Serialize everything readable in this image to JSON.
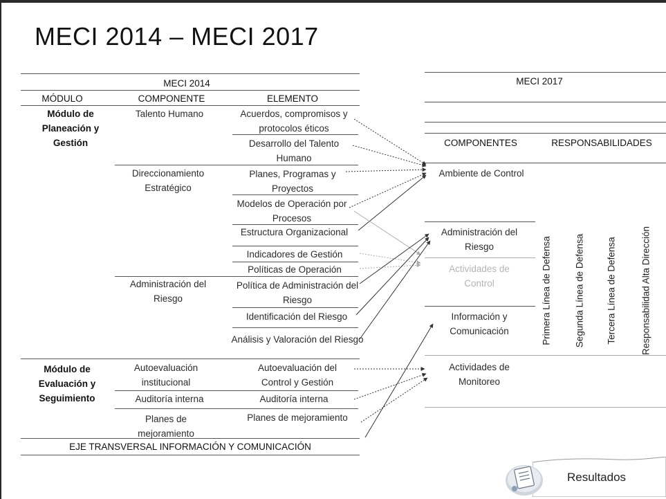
{
  "title": "MECI 2014 – MECI 2017",
  "left": {
    "header": "MECI 2014",
    "col_headers": [
      "MÓDULO",
      "COMPONENTE",
      "ELEMENTO"
    ],
    "modules": [
      "Módulo de Planeación y Gestión",
      "Módulo de Evaluación y Seguimiento"
    ],
    "components": [
      "Talento Humano",
      "Direccionamiento Estratégico",
      "Administración del Riesgo",
      "Autoevaluación institucional",
      "Auditoría interna",
      "Planes de mejoramiento"
    ],
    "elements": [
      "Acuerdos, compromisos y protocolos éticos",
      "Desarrollo del Talento Humano",
      "Planes, Programas y Proyectos",
      "Modelos de Operación por Procesos",
      "Estructura Organizacional",
      "Indicadores de Gestión",
      "Políticas de Operación",
      "Política de Administración del Riesgo",
      "Identificación del Riesgo",
      "Análisis y Valoración del Riesgo",
      "Autoevaluación del Control y Gestión",
      "Auditoría interna",
      "Planes de mejoramiento"
    ],
    "footer": "EJE TRANSVERSAL INFORMACIÓN Y COMUNICACIÓN"
  },
  "right": {
    "header": "MECI 2017",
    "col_headers": [
      "COMPONENTES",
      "RESPONSABILIDADES"
    ],
    "components": [
      "Ambiente de Control",
      "Administración del Riesgo",
      "Actividades de Control",
      "Información y Comunicación",
      "Actividades de Monitoreo"
    ],
    "responsibilities": [
      "Primera Línea de Defensa",
      "Segunda Línea de Defensa",
      "Tercera Línea de Defensa",
      "Responsabilidad Alta Dirección"
    ]
  },
  "results_label": "Resultados"
}
